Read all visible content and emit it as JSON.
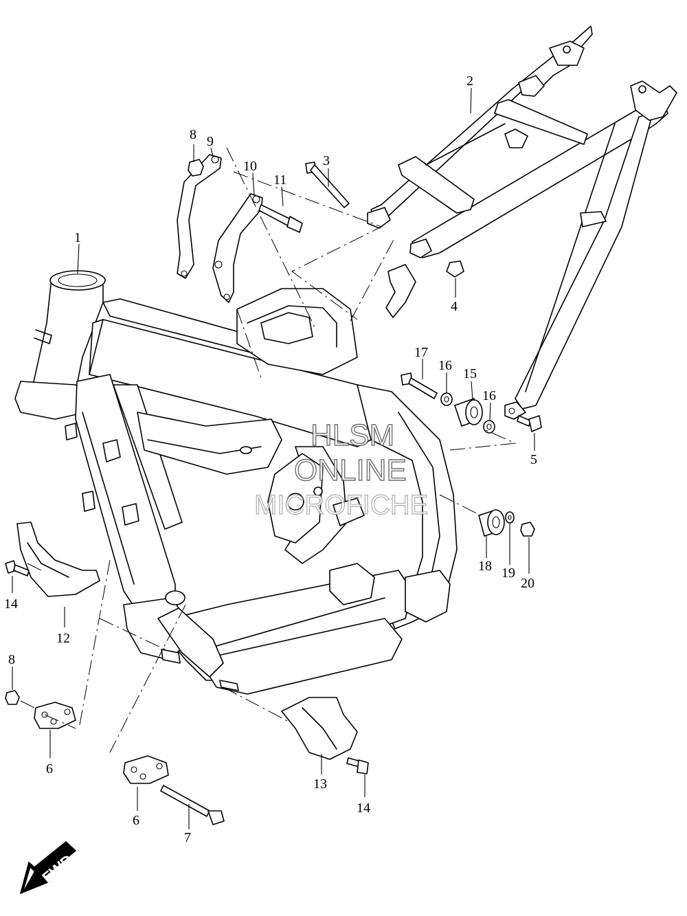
{
  "watermark": {
    "line1": "HLSM",
    "line2": "ONLINE",
    "line3": "MICROFICHE"
  },
  "direction_badge": {
    "text": "FWD"
  },
  "callouts": {
    "c1": "1",
    "c2": "2",
    "c3": "3",
    "c4": "4",
    "c5": "5",
    "c6a": "6",
    "c6b": "6",
    "c7": "7",
    "c8a": "8",
    "c8b": "8",
    "c9": "9",
    "c10": "10",
    "c11": "11",
    "c12": "12",
    "c13": "13",
    "c14a": "14",
    "c14b": "14",
    "c15": "15",
    "c16a": "16",
    "c16b": "16",
    "c17": "17",
    "c18": "18",
    "c19": "19",
    "c20": "20"
  }
}
